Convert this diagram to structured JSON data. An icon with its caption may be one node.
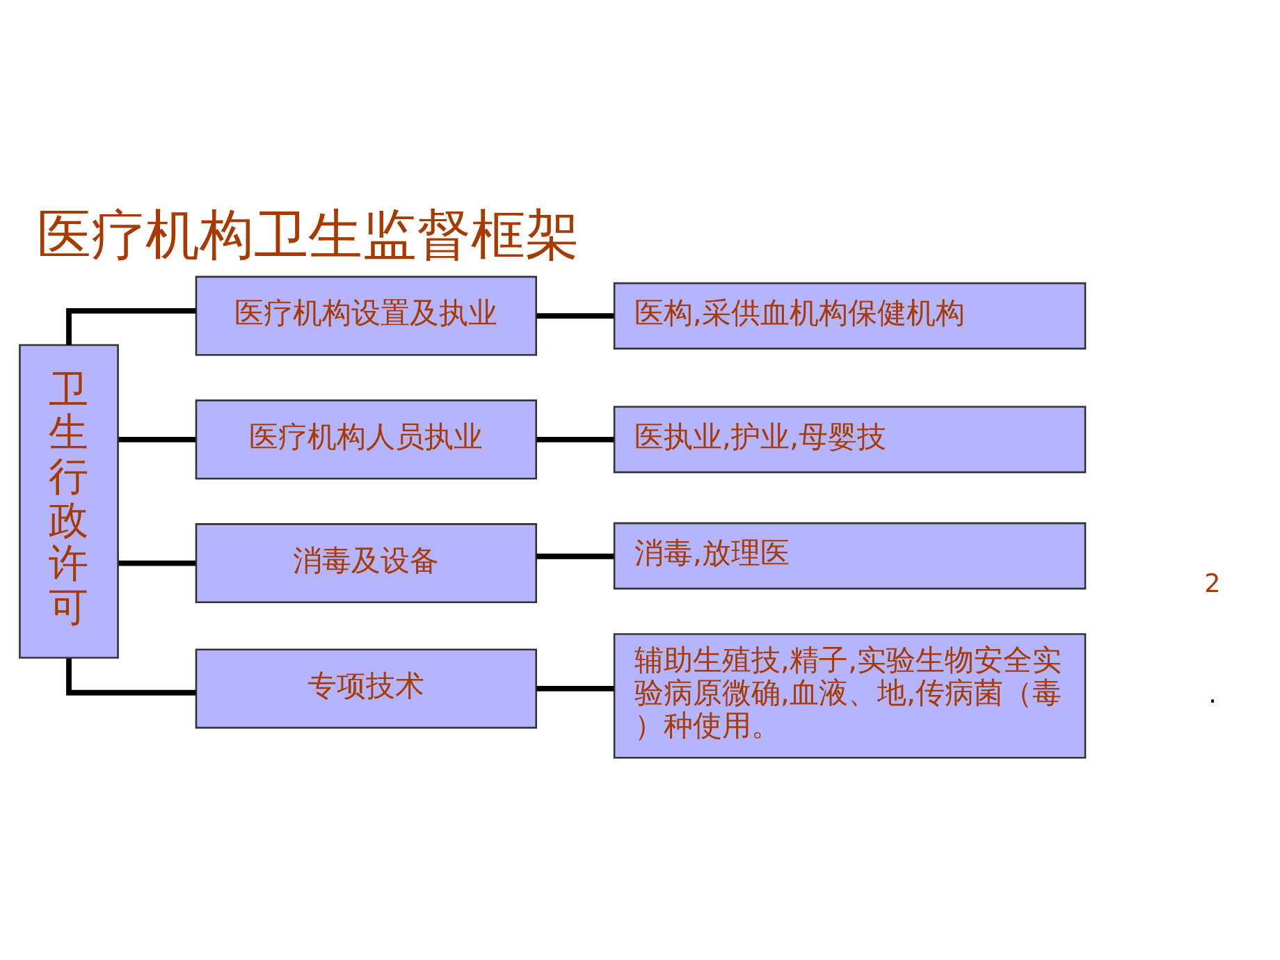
{
  "diagram": {
    "title": "医疗机构卫生监督框架",
    "nodes": [
      {
        "text": [
          "卫生行政许可"
        ]
      },
      {
        "text": [
          "医疗机构设置及执业"
        ]
      },
      {
        "text": [
          "医疗机构人员执业"
        ]
      },
      {
        "text": [
          "消毒及设备"
        ]
      },
      {
        "text": [
          "专项技术"
        ]
      },
      {
        "text": [
          "医构,采供血机构保健机构"
        ]
      },
      {
        "text": [
          "医执业,护业,母婴技"
        ]
      },
      {
        "text": [
          "消毒,放理医"
        ]
      },
      {
        "text": [
          "辅助生殖技,精子,实验生物安全实验病原微确,血液、地,传病菌（毒）种使用。"
        ]
      }
    ],
    "edges": [
      {
        "from": 0,
        "to": 1,
        "arrow": "none"
      },
      {
        "from": 0,
        "to": 2,
        "arrow": "none"
      },
      {
        "from": 0,
        "to": 3,
        "arrow": "none"
      },
      {
        "from": 0,
        "to": 4,
        "arrow": "none"
      },
      {
        "from": 1,
        "to": 5,
        "arrow": "none"
      },
      {
        "from": 2,
        "to": 6,
        "arrow": "none"
      },
      {
        "from": 3,
        "to": 7,
        "arrow": "none"
      },
      {
        "from": 4,
        "to": 8,
        "arrow": "none"
      }
    ],
    "labels": [
      ".",
      "2"
    ]
  }
}
